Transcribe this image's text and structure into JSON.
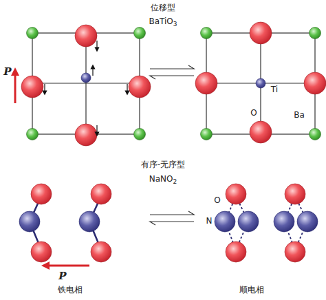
{
  "diagram": {
    "labels": [
      "位移型",
      "BaTiO3",
      "P",
      "Ti",
      "O",
      "Ba",
      "有序-无序型",
      "NaNO2",
      "O",
      "N",
      "P",
      "铁电相",
      "顺电相"
    ]
  }
}
